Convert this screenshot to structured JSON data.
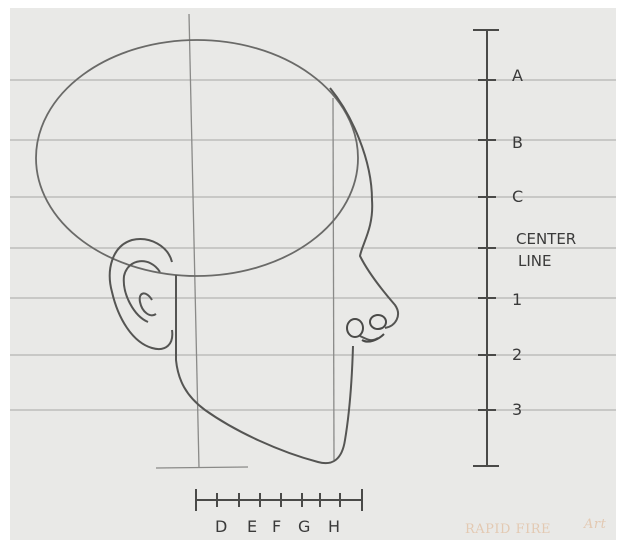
{
  "vertical_scale": {
    "labels": [
      "A",
      "B",
      "C",
      "CENTER",
      "LINE",
      "1",
      "2",
      "3"
    ]
  },
  "horizontal_scale": {
    "labels": [
      "D",
      "E",
      "F",
      "G",
      "H"
    ]
  },
  "watermark": {
    "brand": "RAPID FIRE",
    "suffix": "Art"
  },
  "colors": {
    "paper": "#e9e9e7",
    "guideline": "#b4b4b2",
    "pencil": "#5a5a58",
    "watermark": "#e3c9b2"
  }
}
